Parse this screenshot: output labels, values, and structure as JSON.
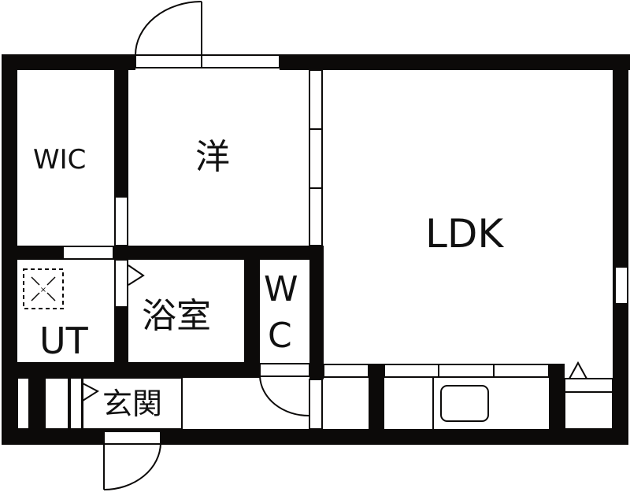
{
  "floor_plan": {
    "colors": {
      "wall": "#0c0a09",
      "background": "#ffffff"
    },
    "rooms": {
      "wic": {
        "label": "WIC"
      },
      "western_room": {
        "label": "洋"
      },
      "ldk": {
        "label": "LDK"
      },
      "utility": {
        "label": "UT"
      },
      "bathroom": {
        "label": "浴室"
      },
      "toilet": {
        "label_line1": "W",
        "label_line2": "C"
      },
      "entrance": {
        "label": "玄関"
      }
    },
    "symbols": {
      "washing_machine": "washer-pan-icon",
      "sink": "kitchen-sink-icon",
      "fridge_space": "fridge-triangle-icon"
    }
  }
}
